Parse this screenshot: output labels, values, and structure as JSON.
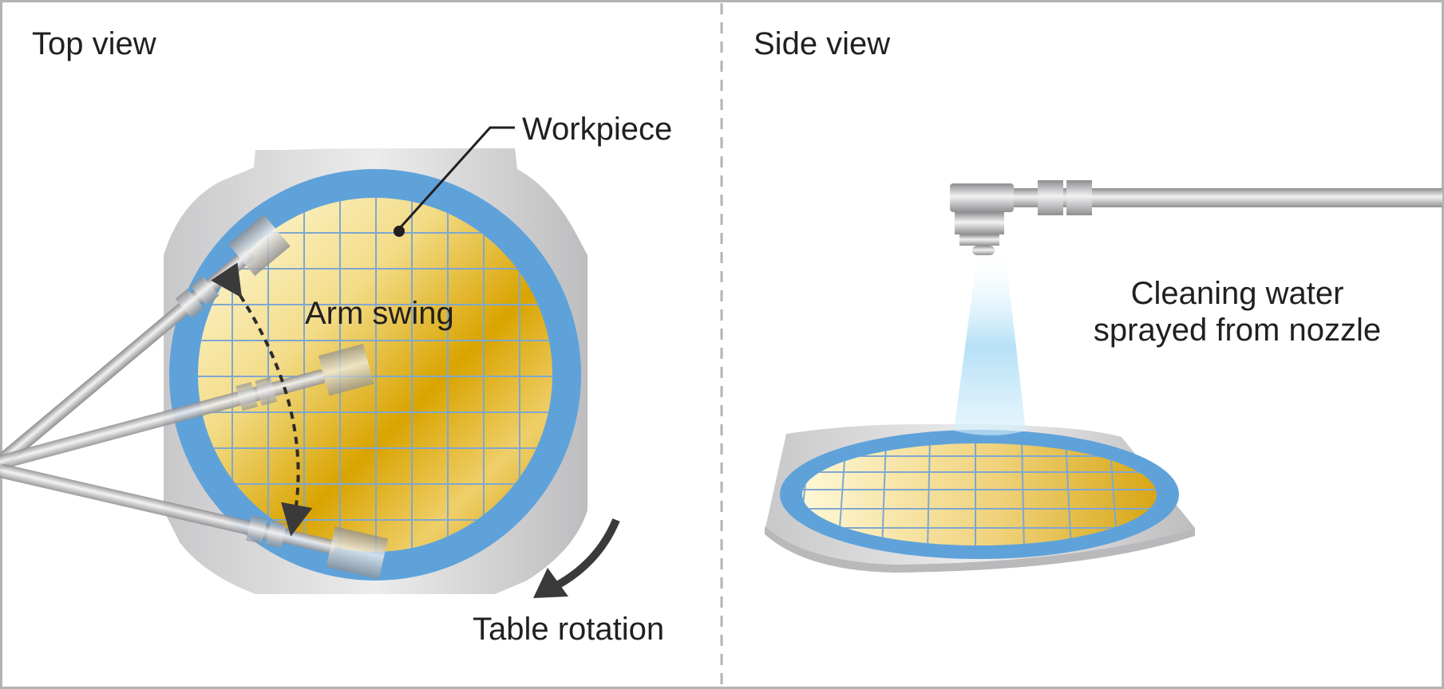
{
  "panels": {
    "top_view": {
      "title": "Top view",
      "workpiece_label": "Workpiece",
      "arm_swing_label": "Arm swing",
      "table_rotation_label": "Table rotation"
    },
    "side_view": {
      "title": "Side view",
      "spray_label": "Cleaning water\nsprayed from nozzle"
    }
  },
  "colors": {
    "frame": "#b3b3b3",
    "divider": "#b3b3b3",
    "table_silver": "#d9d9da",
    "ring_blue": "#5fa2da",
    "wafer_gold": "#d9a400",
    "grid_line": "#7fa7cf",
    "arm_metal": "#a8a8aa",
    "arrow_dark": "#3a3a3a",
    "water_blue": "#9fd3f0"
  }
}
